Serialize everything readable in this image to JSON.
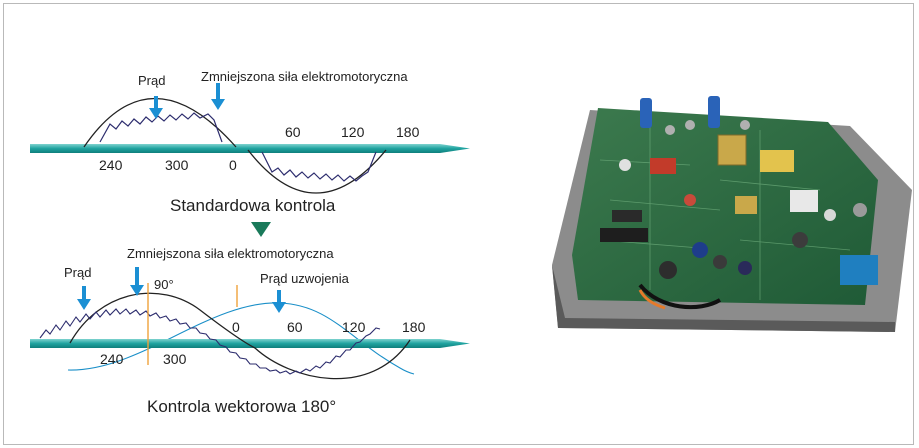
{
  "colors": {
    "axis": "#1fa3a0",
    "arrow_blue": "#1b8fd3",
    "current_wave": "#2d2d6e",
    "winding_wave": "#1a8fc8",
    "marker_orange": "#f0a23a",
    "triangle_green": "#1a7a5a",
    "frame_border": "#b9b9b9"
  },
  "standard": {
    "label_current": "Prąd",
    "label_emf": "Zmniejszona siła elektromotoryczna",
    "ticks_top": [
      "60",
      "120",
      "180"
    ],
    "ticks_bottom": [
      "240",
      "300",
      "0"
    ],
    "caption": "Standardowa kontrola"
  },
  "vector": {
    "label_emf": "Zmniejszona siła elektromotoryczna",
    "label_current": "Prąd",
    "label_winding": "Prąd uzwojenia",
    "angle_label": "90°",
    "ticks_top": [
      "0",
      "60",
      "120",
      "180"
    ],
    "ticks_bottom": [
      "240",
      "300"
    ],
    "caption": "Kontrola wektorowa 180°"
  },
  "photo": {
    "icon": "circuit-board-photo"
  }
}
